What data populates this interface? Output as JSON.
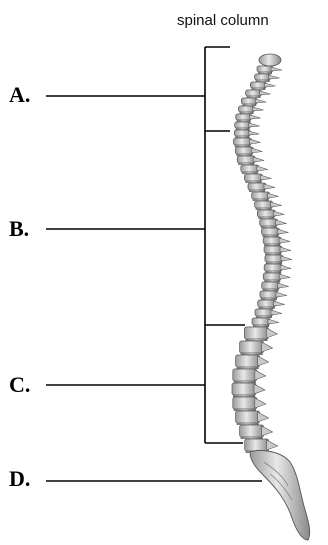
{
  "diagram": {
    "title": "spinal column",
    "labels": [
      {
        "id": "A",
        "text": "A."
      },
      {
        "id": "B",
        "text": "B."
      },
      {
        "id": "C",
        "text": "C."
      },
      {
        "id": "D",
        "text": "D."
      }
    ]
  }
}
